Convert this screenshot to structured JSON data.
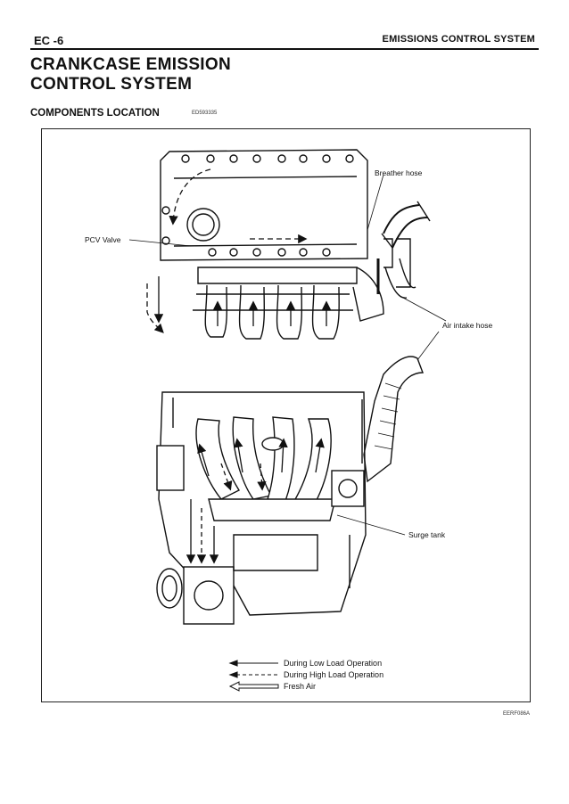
{
  "header": {
    "page_number": "EC -6",
    "section_title": "EMISSIONS CONTROL SYSTEM"
  },
  "title_lines": [
    "CRANKCASE EMISSION",
    "CONTROL SYSTEM"
  ],
  "section": {
    "heading": "COMPONENTS LOCATION",
    "code": "ED593335"
  },
  "figure": {
    "labels": {
      "breather_hose": "Breather hose",
      "pcv_valve": "PCV Valve",
      "air_intake_hose": "Air intake hose",
      "surge_tank": "Surge tank"
    },
    "legend": [
      {
        "style": "solid-arrow",
        "text": "During Low Load Operation"
      },
      {
        "style": "dashed-arrow",
        "text": "During High Load Operation"
      },
      {
        "style": "hollow-arrow",
        "text": "Fresh Air"
      }
    ],
    "figure_code": "EERF086A"
  }
}
